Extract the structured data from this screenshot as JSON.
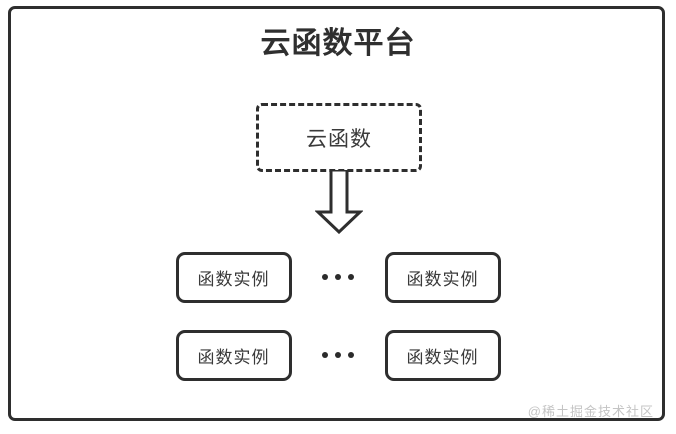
{
  "diagram": {
    "title": "云函数平台",
    "cloud_function": {
      "label": "云函数"
    },
    "arrow": {
      "name": "down-arrow",
      "direction": "down"
    },
    "rows": [
      {
        "left_instance": "函数实例",
        "ellipsis": "...",
        "right_instance": "函数实例"
      },
      {
        "left_instance": "函数实例",
        "ellipsis": "...",
        "right_instance": "函数实例"
      }
    ],
    "watermark": "@稀土掘金技术社区",
    "colors": {
      "stroke": "#2e2e2e",
      "text": "#3a3a3a",
      "title_text": "#2f2f2f",
      "background": "#ffffff",
      "watermark_text": "#c4c4c4"
    }
  }
}
